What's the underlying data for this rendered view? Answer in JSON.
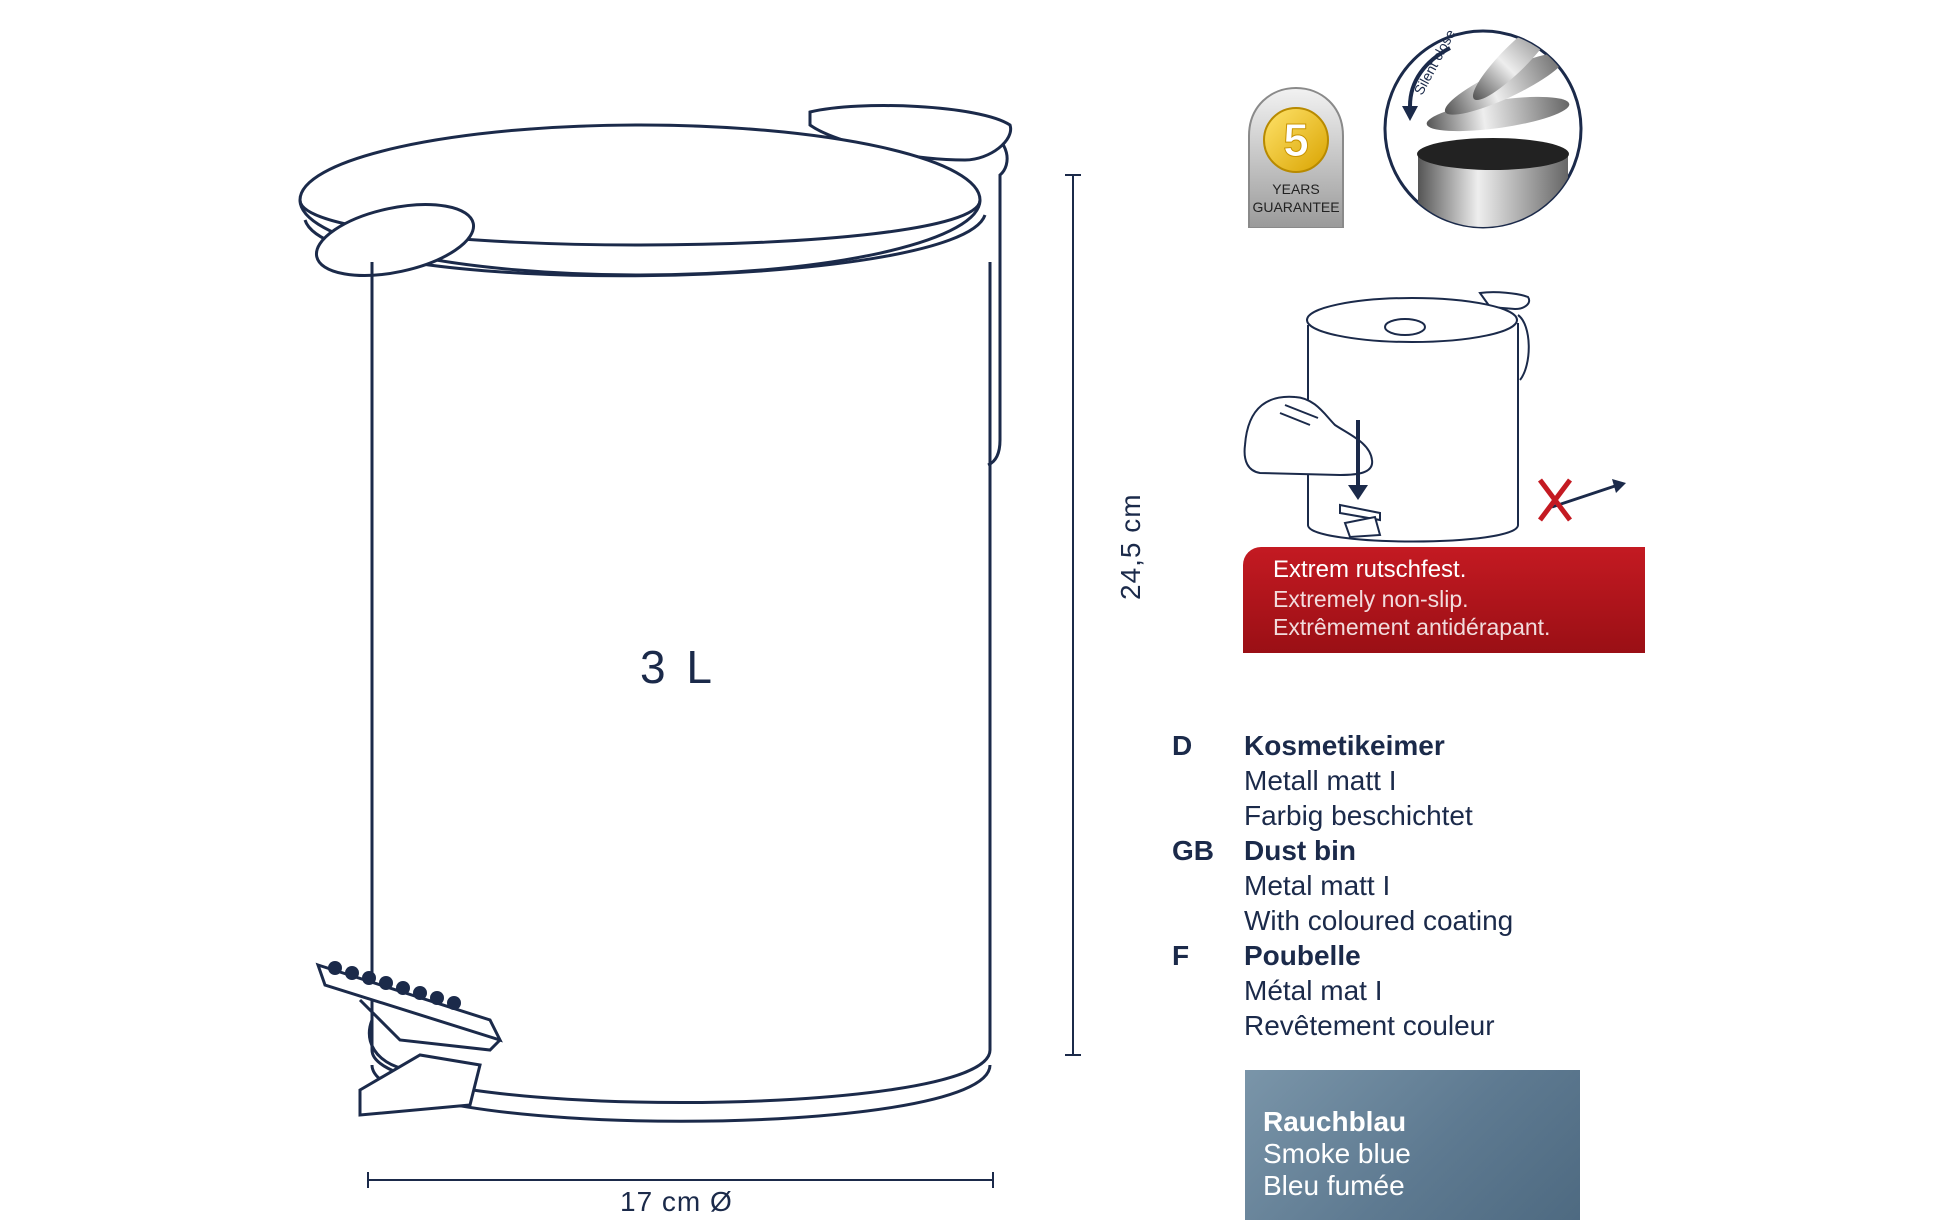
{
  "product_drawing": {
    "capacity": "3 L",
    "height_dimension": "24,5 cm",
    "width_dimension": "17 cm Ø"
  },
  "guarantee_badge": {
    "number": "5",
    "line1": "YEARS",
    "line2": "GUARANTEE"
  },
  "silent_close": {
    "label": "Silent close"
  },
  "non_slip_banner": {
    "de": "Extrem rutschfest.",
    "en": "Extremely non-slip.",
    "fr": "Extrêmement antidérapant."
  },
  "languages": [
    {
      "code": "D",
      "name": "Kosmetikeimer",
      "line1": "Metall matt I",
      "line2": "Farbig beschichtet"
    },
    {
      "code": "GB",
      "name": "Dust bin",
      "line1": "Metal matt I",
      "line2": "With coloured coating"
    },
    {
      "code": "F",
      "name": "Poubelle",
      "line1": "Métal mat I",
      "line2": "Revêtement couleur"
    }
  ],
  "color_swatch": {
    "de": "Rauchblau",
    "en": "Smoke blue",
    "fr": "Bleu fumée",
    "color": "#6a869c"
  },
  "colors": {
    "line": "#1b2a4a",
    "accent_red": "#b5141b"
  }
}
